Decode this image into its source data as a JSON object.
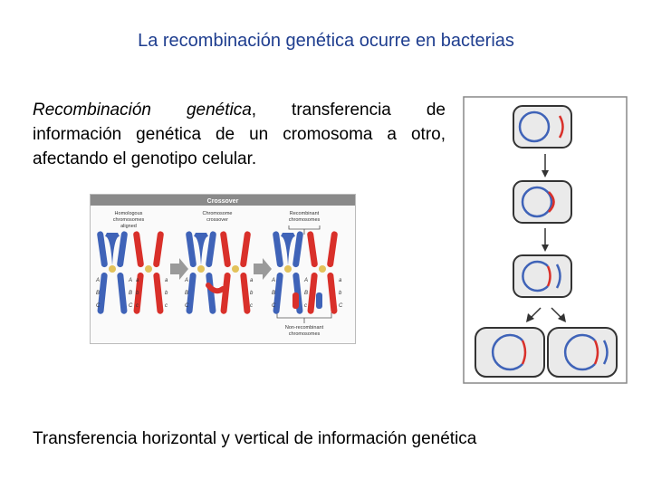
{
  "slide": {
    "title": "La recombinación genética ocurre en bacterias",
    "intro_term": "Recombinación genética",
    "intro_rest": ", transferencia de información genética de un cromosoma a otro, afectando el genotipo celular.",
    "caption": "Transferencia horizontal y vertical de información genética"
  },
  "crossover_figure": {
    "header": "Crossover",
    "stage1": [
      "Homologous",
      "chromosomes",
      "aligned"
    ],
    "stage2": [
      "Chromosome",
      "crossover"
    ],
    "stage3": [
      "Recombinant",
      "chromosomes"
    ],
    "stage4": [
      "Non-recombinant",
      "chromosomes"
    ],
    "allele_A": "A",
    "allele_a": "a",
    "allele_B": "B",
    "allele_b": "b",
    "allele_C": "C",
    "allele_c": "c"
  },
  "colors": {
    "title": "#1f3e8f",
    "chromosome_blue": "#3f63b8",
    "chromosome_red": "#d9302a",
    "centromere": "#e3c25a",
    "arrow_gray": "#9a9a9a"
  }
}
